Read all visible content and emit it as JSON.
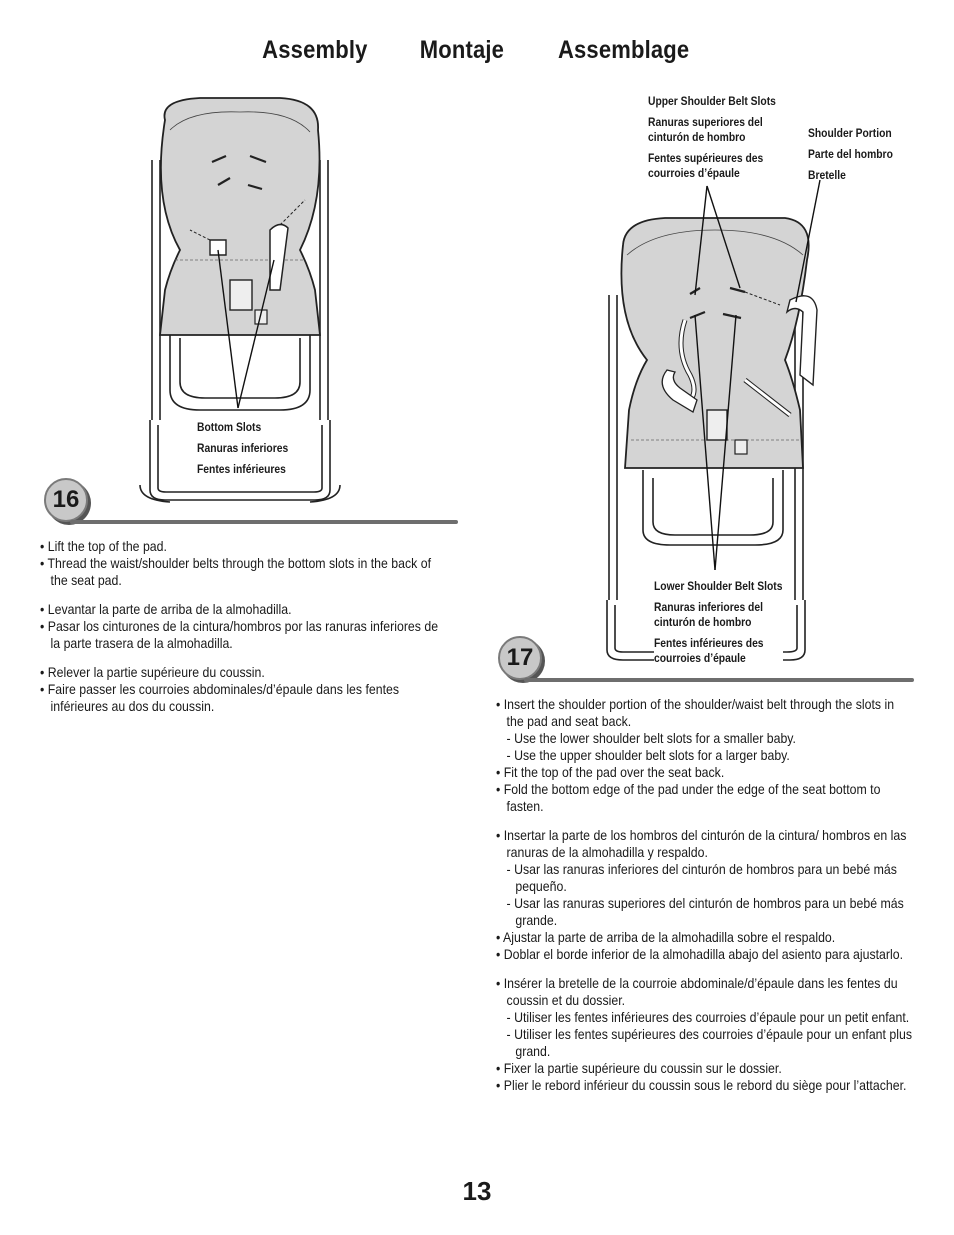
{
  "title": [
    "Assembly",
    "Montaje",
    "Assemblage"
  ],
  "step16": {
    "number": "16",
    "labels": [
      "Bottom Slots",
      "Ranuras inferiores",
      "Fentes inférieures"
    ],
    "en": [
      "• Lift the top of the pad.",
      "• Thread the waist/shoulder belts through the bottom slots in the back of the seat pad."
    ],
    "es": [
      "• Levantar la parte de arriba de la almohadilla.",
      "• Pasar los cinturones de la cintura/hombros por las ranuras inferiores de la parte trasera de la almohadilla."
    ],
    "fr": [
      "• Relever la partie supérieure du coussin.",
      "• Faire passer les courroies abdominales/d’épaule dans les fentes inférieures au dos du coussin."
    ]
  },
  "step17": {
    "number": "17",
    "upper_labels": [
      "Upper Shoulder Belt Slots",
      "Ranuras superiores del cinturón de hombro",
      "Fentes supérieures des courroies d’épaule"
    ],
    "shoulder_labels": [
      "Shoulder Portion",
      "Parte del hombro",
      "Bretelle"
    ],
    "lower_labels": [
      "Lower Shoulder Belt Slots",
      "Ranuras inferiores del cinturón de hombro",
      "Fentes inférieures des courroies d’épaule"
    ],
    "en": {
      "b1": "• Insert the shoulder portion of the shoulder/waist belt through the slots in the pad and seat back.",
      "s1": "- Use the lower shoulder belt slots for a smaller baby.",
      "s2": "- Use the upper shoulder belt slots for a larger baby.",
      "b2": "• Fit the top of the pad over the seat back.",
      "b3": "• Fold the bottom edge of the pad under the edge of the seat bottom to fasten."
    },
    "es": {
      "b1": "• Insertar la parte de los hombros del cinturón de la cintura/ hombros en las ranuras de la almohadilla y respaldo.",
      "s1": "- Usar las ranuras inferiores del cinturón de hombros para un bebé más pequeño.",
      "s2": "- Usar las ranuras superiores del cinturón de hombros para un bebé más grande.",
      "b2": "• Ajustar la parte de arriba de la almohadilla sobre el respaldo.",
      "b3": "• Doblar el borde inferior de la almohadilla abajo del asiento para ajustarlo."
    },
    "fr": {
      "b1": "• Insérer la bretelle de la courroie abdominale/d’épaule dans les fentes du coussin et du dossier.",
      "s1": "- Utiliser les fentes inférieures des courroies d’épaule pour un petit enfant.",
      "s2": "- Utiliser les fentes supérieures des courroies d’épaule pour un enfant plus grand.",
      "b2": "• Fixer la partie supérieure du coussin sur le dossier.",
      "b3": "• Plier le rebord inférieur du coussin sous le rebord du siège pour l’attacher."
    }
  },
  "page_number": "13",
  "colors": {
    "pad": "#d4d4d4",
    "rule": "#6e6e6e",
    "badge": "#c8c8c8"
  }
}
